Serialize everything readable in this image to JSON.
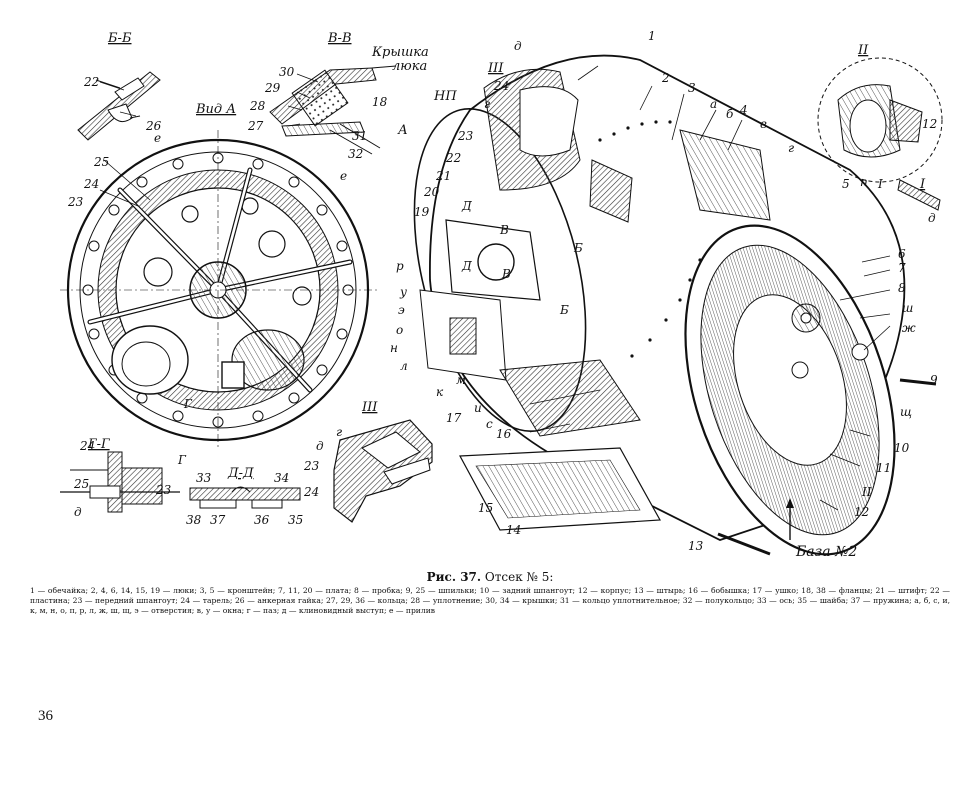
{
  "figure": {
    "caption_number": "Рис. 37.",
    "caption_title": "Отсек № 5:",
    "caption_text": "1 — обечайка; 2, 4, 6, 14, 15, 19 — люки; 3, 5 — кронштейн; 7, 11, 20 — плата; 8 — пробка; 9, 25 — шпильки; 10 — задний шпангоут; 12 — корпус; 13 — штырь; 16 — бобышка; 17 — ушко; 18, 38 — фланцы; 21 — штифт; 22 — пластина; 23 — передний шпангоут; 24 — тарель; 26 — анкерная гайка; 27, 29, 36 — кольца; 28 — уплотнение; 30, 34 — крышки; 31 — кольцо уплотнительное; 32 — полукольцо; 33 — ось; 35 — шайба; 37 — пружина; а, б, с, и, к, м, н, о, п, р, л, ж, ш, щ, э — отверстия; в, у — окна; г — паз; д — клиновидный выступ; е — прилив"
  },
  "page_number": "36",
  "views": {
    "bb": "Б-Б",
    "vv": "В-В",
    "vid_a": "Вид А",
    "gg": "Г-Г",
    "dd": "Д-Д",
    "iii_top": "III",
    "iii_detail": "III",
    "ii": "II",
    "i_detail": "I"
  },
  "labels": {
    "kryshka": "Крышка",
    "lyuka": "люка",
    "np": "НП",
    "arrow_a": "А",
    "baza": "База №2"
  },
  "colors": {
    "ink": "#111111",
    "paper": "#ffffff",
    "hatch": "#555555"
  }
}
